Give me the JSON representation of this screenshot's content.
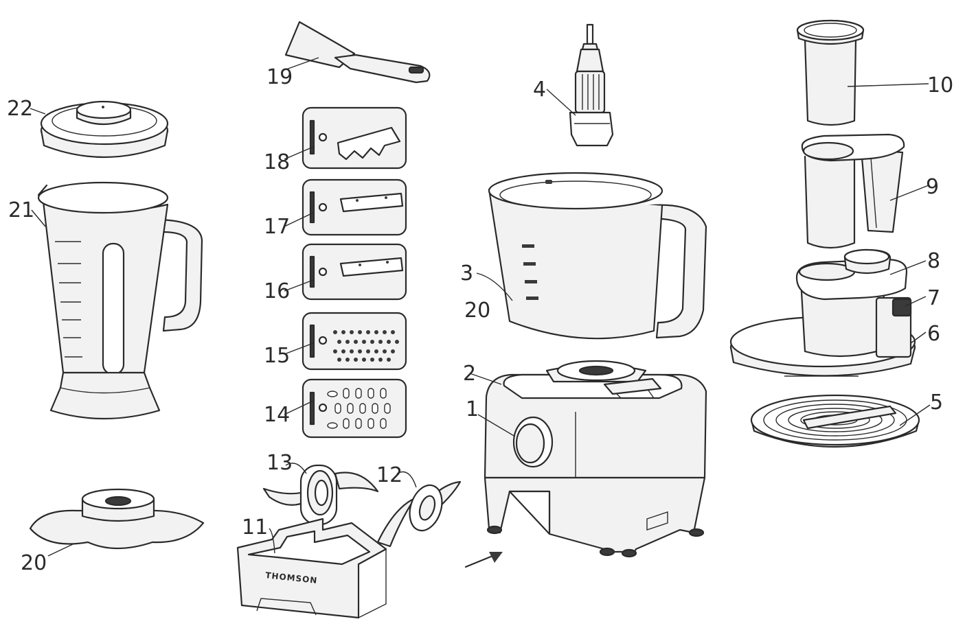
{
  "brand_mark": "THOMSON",
  "callouts": [
    "1",
    "2",
    "3",
    "4",
    "5",
    "6",
    "7",
    "8",
    "9",
    "10",
    "11",
    "12",
    "13",
    "14",
    "15",
    "16",
    "17",
    "18",
    "19",
    "20",
    "20",
    "21",
    "22"
  ],
  "colors": {
    "line": "#2a2a2a",
    "fill": "#f2f2f2",
    "background": "#ffffff"
  }
}
